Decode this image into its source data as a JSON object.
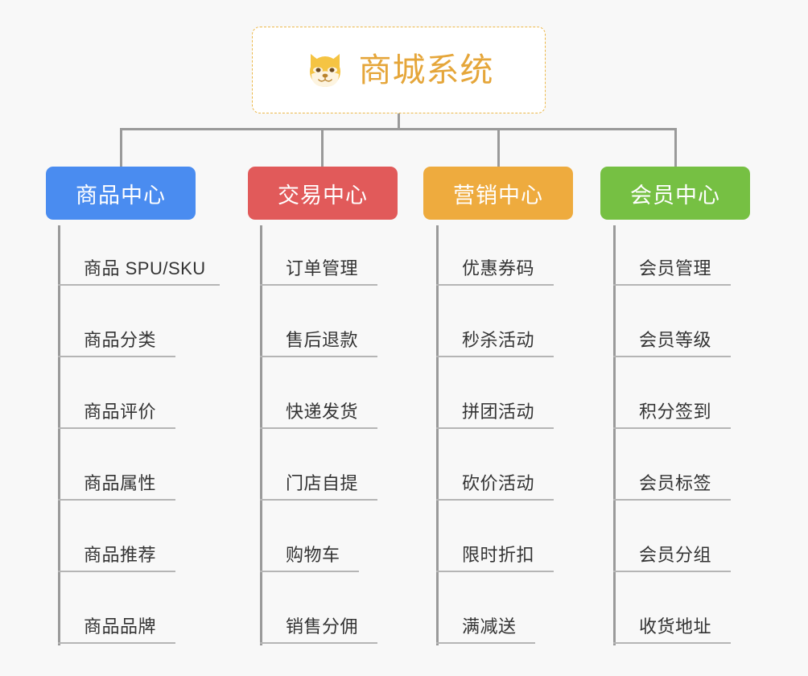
{
  "diagram": {
    "background_color": "#f8f8f8",
    "connector_color": "#9a9a9a",
    "rule_color": "#b5b5b5",
    "leaf_text_color": "#333333"
  },
  "root": {
    "title": "商城系统",
    "icon_name": "shiba-dog-face-emoji",
    "text_color": "#e5a63a",
    "border_color": "#ecb84a",
    "fill_color": "#ffffff"
  },
  "columns": [
    {
      "id": "product-center",
      "header": "商品中心",
      "color": "#4a8cf0",
      "items": [
        "商品 SPU/SKU",
        "商品分类",
        "商品评价",
        "商品属性",
        "商品推荐",
        "商品品牌"
      ]
    },
    {
      "id": "trade-center",
      "header": "交易中心",
      "color": "#e15a5a",
      "items": [
        "订单管理",
        "售后退款",
        "快递发货",
        "门店自提",
        "购物车",
        "销售分佣"
      ]
    },
    {
      "id": "marketing-center",
      "header": "营销中心",
      "color": "#eeab3e",
      "items": [
        "优惠券码",
        "秒杀活动",
        "拼团活动",
        "砍价活动",
        "限时折扣",
        "满减送"
      ]
    },
    {
      "id": "member-center",
      "header": "会员中心",
      "color": "#76c043",
      "items": [
        "会员管理",
        "会员等级",
        "积分签到",
        "会员标签",
        "会员分组",
        "收货地址"
      ]
    }
  ]
}
